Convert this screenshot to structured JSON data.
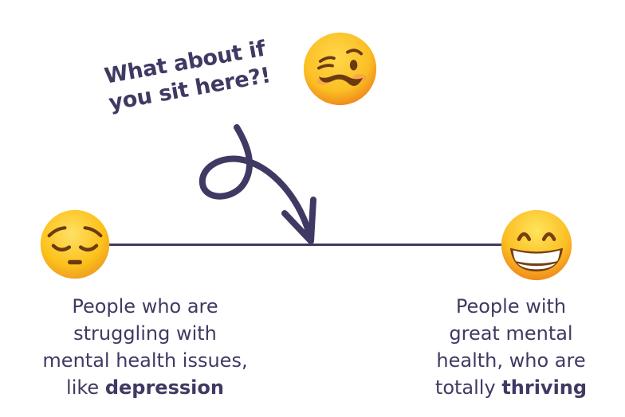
{
  "callout": {
    "lines": [
      "What about if",
      "you sit here?!"
    ]
  },
  "spectrum": {
    "left": {
      "emoji": "pensive-face-icon",
      "caption_lines": [
        "People who are",
        "struggling with",
        "mental health issues,"
      ],
      "caption_last_prefix": "like ",
      "caption_last_bold": "depression"
    },
    "middle": {
      "emoji": "woozy-face-icon"
    },
    "right": {
      "emoji": "grinning-face-with-smiling-eyes-icon",
      "caption_lines": [
        "People with",
        "great mental",
        "health, who are"
      ],
      "caption_last_prefix": "totally ",
      "caption_last_bold": "thriving"
    }
  },
  "colors": {
    "ink": "#3f3a63",
    "background": "#ffffff",
    "emoji_yellow": "#fcc21b",
    "emoji_orange": "#f59e0b",
    "emoji_feature": "#6b3a10"
  }
}
